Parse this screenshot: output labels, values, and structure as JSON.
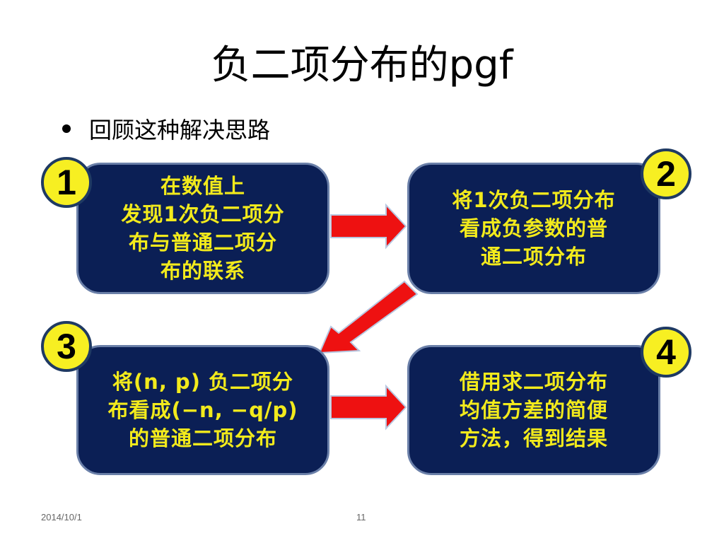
{
  "slide": {
    "title_cjk": "负二项分布的",
    "title_latin": "pgf",
    "bullet": "回顾这种解决思路"
  },
  "steps": [
    {
      "badge": "1",
      "text": "在数值上\n发现1次负二项分\n布与普通二项分\n布的联系"
    },
    {
      "badge": "2",
      "text": "将1次负二项分布\n看成负参数的普\n通二项分布"
    },
    {
      "badge": "3",
      "text": "将(n, p) 负二项分\n布看成(−n, −q/p)\n的普通二项分布"
    },
    {
      "badge": "4",
      "text": "借用求二项分布\n均值方差的简便\n方法，得到结果"
    }
  ],
  "colors": {
    "box_fill": "#0b1f55",
    "box_text": "#f2ea1c",
    "badge_fill": "#f7ef22",
    "arrow_fill": "#ee1111",
    "arrow_stroke": "#b8c7e0"
  },
  "footer": {
    "date": "2014/10/1",
    "page": "11"
  }
}
